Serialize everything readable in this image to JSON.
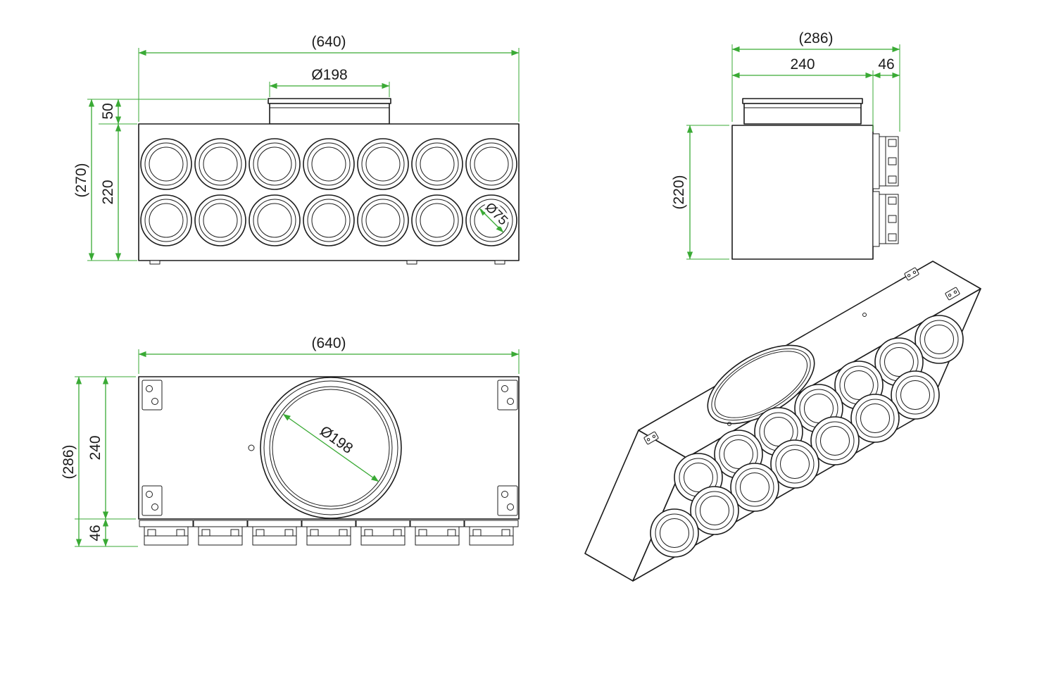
{
  "colors": {
    "dimension": "#3aaa35",
    "line": "#1c1c1c",
    "background": "#ffffff"
  },
  "views": {
    "front": {
      "overall_width": "(640)",
      "spigot_diameter": "Ø198",
      "overall_height": "(270)",
      "spigot_height": "50",
      "body_height": "220",
      "port_diameter": "Ø75"
    },
    "side": {
      "overall_depth": "(286)",
      "body_depth": "240",
      "connector_length": "46",
      "body_height": "(220)"
    },
    "bottom": {
      "overall_width": "(640)",
      "overall_depth": "(286)",
      "body_depth": "240",
      "connector_length": "46",
      "spigot_diameter": "Ø198"
    }
  }
}
